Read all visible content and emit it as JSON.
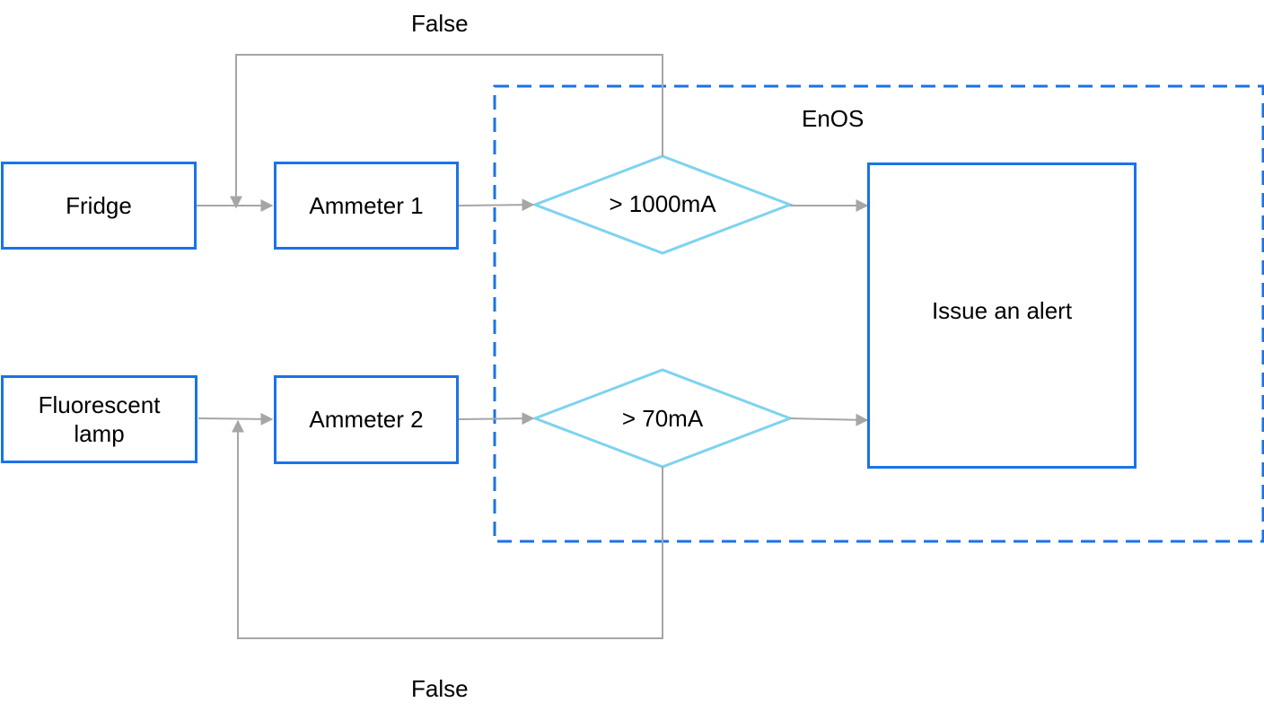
{
  "colors": {
    "box_border": "#1a73e8",
    "boundary_dash": "#1a73e8",
    "diamond_border": "#7dd3f0",
    "connector": "#a6a6a6"
  },
  "labels": {
    "false_top": "False",
    "false_bottom": "False",
    "boundary": "EnOS"
  },
  "nodes": {
    "fridge": "Fridge",
    "fluorescent_line1": "Fluorescent",
    "fluorescent_line2": "lamp",
    "ammeter1": "Ammeter 1",
    "ammeter2": "Ammeter 2",
    "condition1": "> 1000mA",
    "condition2": "> 70mA",
    "alert": "Issue an alert"
  }
}
